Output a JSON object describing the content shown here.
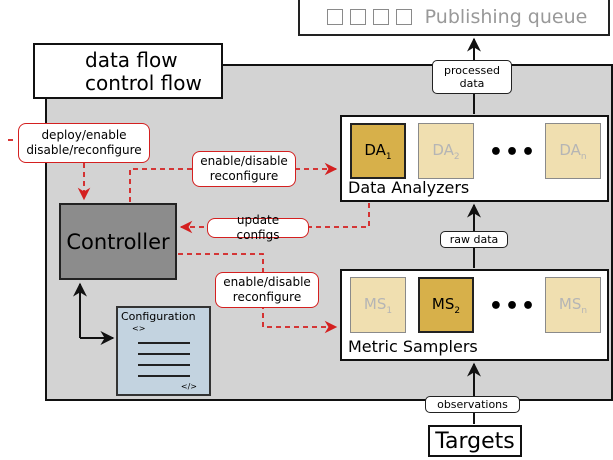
{
  "publishing_queue": {
    "label": "Publishing queue"
  },
  "legend": {
    "data_flow": "data flow",
    "control_flow": "control flow"
  },
  "data_analyzers": {
    "label": "Data Analyzers",
    "nodes": [
      {
        "name": "DA",
        "sub": "1",
        "active": true
      },
      {
        "name": "DA",
        "sub": "2",
        "active": false
      },
      {
        "name": "DA",
        "sub": "n",
        "active": false
      }
    ],
    "ellipsis": "•••"
  },
  "metric_samplers": {
    "label": "Metric Samplers",
    "nodes": [
      {
        "name": "MS",
        "sub": "1",
        "active": false
      },
      {
        "name": "MS",
        "sub": "2",
        "active": true
      },
      {
        "name": "MS",
        "sub": "n",
        "active": false
      }
    ],
    "ellipsis": "•••"
  },
  "controller": {
    "label": "Controller"
  },
  "configuration": {
    "title": "Configuration",
    "open_tag": "<>",
    "close_tag": "</>"
  },
  "targets": {
    "label": "Targets"
  },
  "edge_labels": {
    "processed_data": "processed data",
    "raw_data": "raw data",
    "observations": "observations",
    "deploy": "deploy/enable disable/reconfigure",
    "enable_top": "enable/disable reconfigure",
    "update_configs": "update configs",
    "enable_bottom": "enable/disable reconfigure"
  },
  "colors": {
    "control": "#d42020",
    "data": "#111111",
    "panel": "#d3d3d3",
    "active_node": "#d7b04a",
    "inactive_node": "#f0dfb0"
  }
}
